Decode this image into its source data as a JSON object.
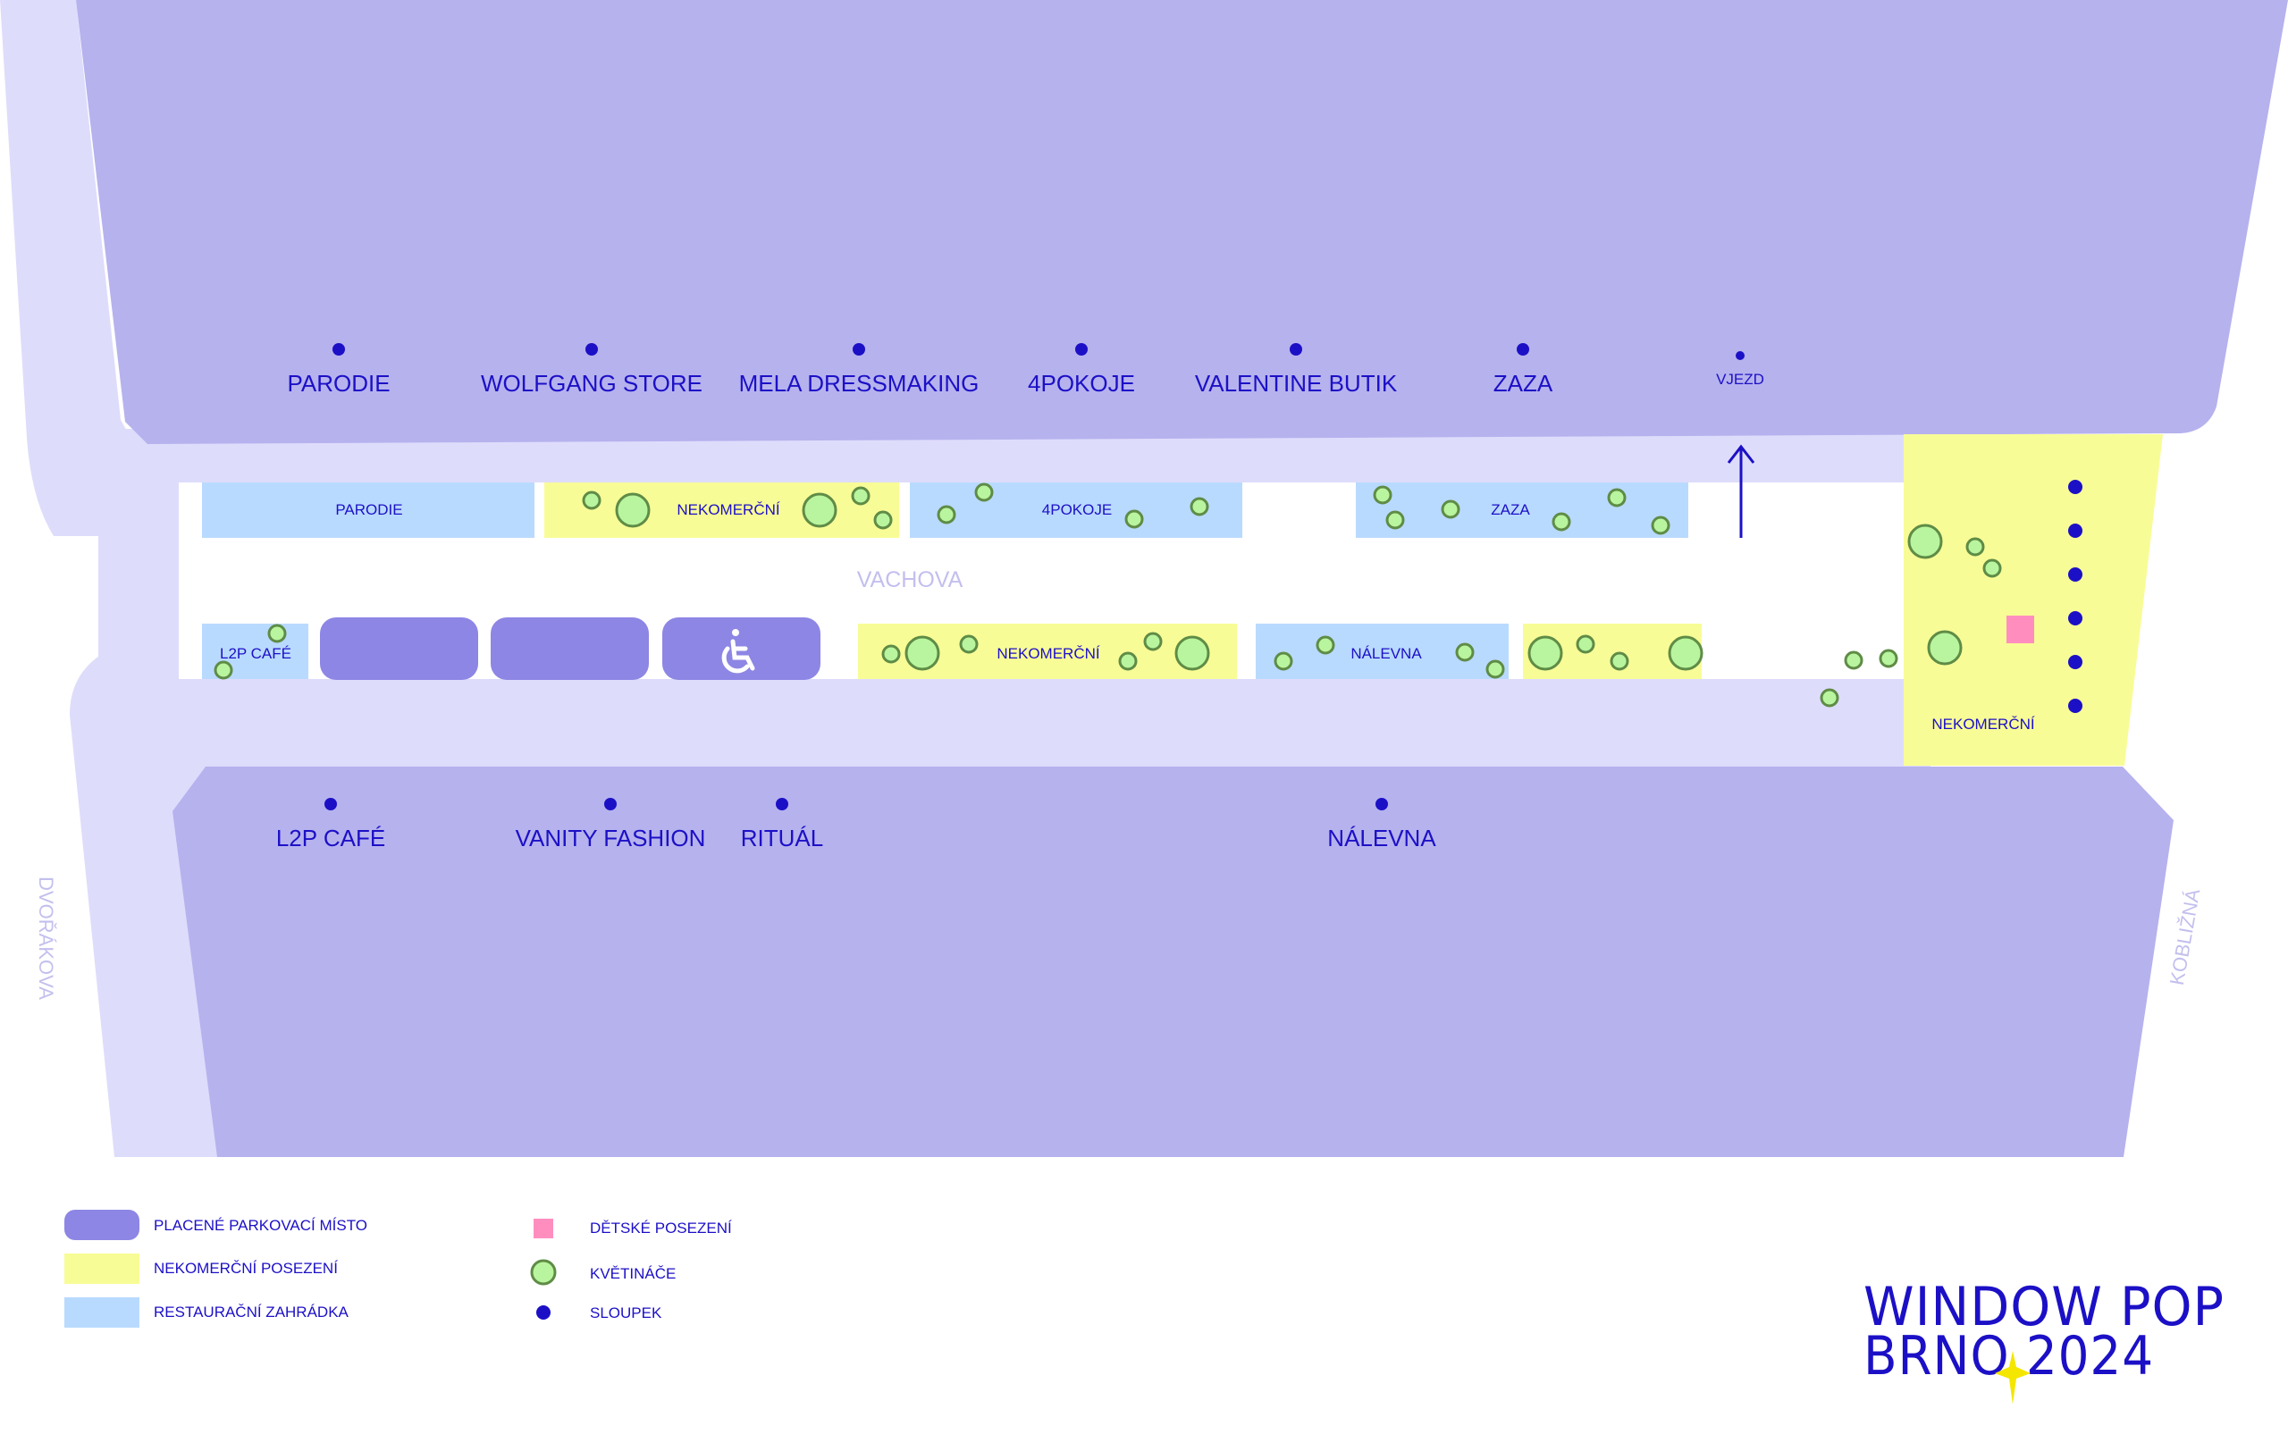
{
  "colors": {
    "building": "#b6b2ee",
    "street": "#dedcfb",
    "parking": "#8d86e4",
    "nonCommercial": "#f8fc96",
    "restaurant": "#b9daff",
    "planter_fill": "#b9f59e",
    "planter_stroke": "#5f8c46",
    "bollard": "#1c10c6",
    "kids": "#ff8ebf",
    "text": "#1c10c6",
    "streetText": "#c3bfee"
  },
  "streets": {
    "vachova": "VACHOVA",
    "dvorakova": "DVOŘÁKOVA",
    "koblizna": "KOBLIŽNÁ"
  },
  "shops_north": [
    "PARODIE",
    "WOLFGANG STORE",
    "MELA DRESSMAKING",
    "4POKOJE",
    "VALENTINE BUTIK",
    "ZAZA"
  ],
  "entry_label": "VJEZD",
  "shops_south": [
    "L2P CAFÉ",
    "VANITY FASHION",
    "RITUÁL",
    "NÁLEVNA"
  ],
  "zones_north": [
    "PARODIE",
    "NEKOMERČNÍ",
    "4POKOJE",
    "ZAZA"
  ],
  "zones_south": [
    "L2P CAFÉ",
    "NEKOMERČNÍ",
    "NÁLEVNA"
  ],
  "zone_east": "NEKOMERČNÍ",
  "parking_icon": "wheelchair-icon",
  "legend": {
    "parking": "PLACENÉ PARKOVACÍ MÍSTO",
    "non_commercial": "NEKOMERČNÍ POSEZENÍ",
    "restaurant": "RESTAURAČNÍ ZAHRÁDKA",
    "kids": "DĚTSKÉ POSEZENÍ",
    "planters": "KVĚTINÁČE",
    "bollard": "SLOUPEK"
  },
  "logo": {
    "line1": "WINDOW POP",
    "line2": "BRNO 2024",
    "accent": "#f5e600"
  }
}
